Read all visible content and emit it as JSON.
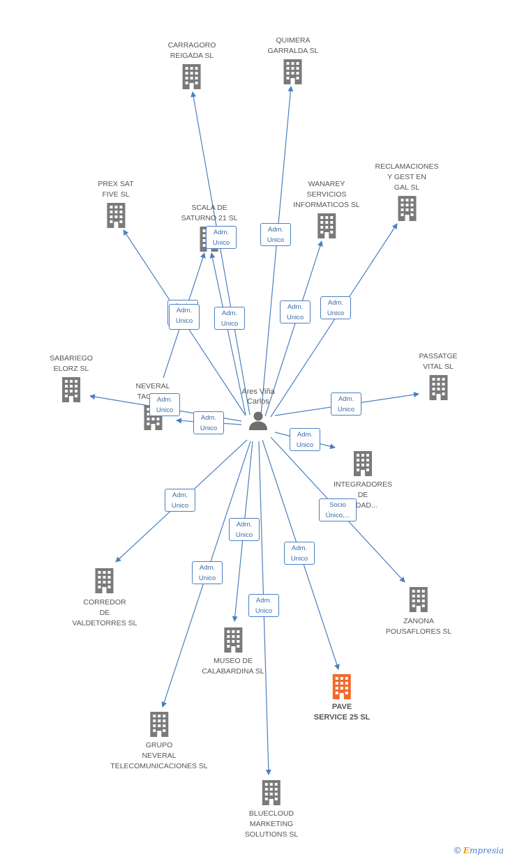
{
  "center": {
    "name": "Ares Viña\nCarlos"
  },
  "colors": {
    "edge": "#4a7fc1",
    "building": "#7a7a7a",
    "highlight": "#f26b2b"
  },
  "companies": [
    {
      "id": "carragoro",
      "name": "CARRAGORO\nREIGADA SL",
      "highlight": false
    },
    {
      "id": "quimera",
      "name": "QUIMERA\nGARRALDA SL",
      "highlight": false
    },
    {
      "id": "prexsat",
      "name": "PREX SAT\nFIVE SL",
      "highlight": false
    },
    {
      "id": "scala",
      "name": "SCALA DE\nSATURNO 21 SL",
      "highlight": false
    },
    {
      "id": "wanarey",
      "name": "WANAREY\nSERVICIOS\nINFORMATICOS SL",
      "highlight": false
    },
    {
      "id": "reclamaciones",
      "name": "RECLAMACIONES\nY GEST EN\nGAL  SL",
      "highlight": false
    },
    {
      "id": "sabariego",
      "name": "SABARIEGO\nELORZ SL",
      "highlight": false
    },
    {
      "id": "neveral",
      "name": "NEVERAL\nTACON...",
      "highlight": false
    },
    {
      "id": "passatge",
      "name": "PASSATGE\nVITAL SL",
      "highlight": false
    },
    {
      "id": "integradores",
      "name": "INTEGRADORES\nDE\nCIDAD...",
      "highlight": false
    },
    {
      "id": "corredor",
      "name": "CORREDOR\nDE\nVALDETORRES SL",
      "highlight": false
    },
    {
      "id": "zanona",
      "name": "ZANONA\nPOUSAFLORES SL",
      "highlight": false
    },
    {
      "id": "museo",
      "name": "MUSEO DE\nCALABARDINA SL",
      "highlight": false
    },
    {
      "id": "pave",
      "name": "PAVE\nSERVICE 25 SL",
      "highlight": true
    },
    {
      "id": "grupo",
      "name": "GRUPO\nNEVERAL\nTELECOMUNICACIONES SL",
      "highlight": false
    },
    {
      "id": "bluecloud",
      "name": "BLUECLOUD\nMARKETING\nSOLUTIONS SL",
      "highlight": false
    }
  ],
  "relations": [
    {
      "id": "r-carragoro",
      "label": "Adm.\nUnico"
    },
    {
      "id": "r-quimera",
      "label": "Adm.\nUnico"
    },
    {
      "id": "r-prexsat",
      "label": "Socio\nÚnico"
    },
    {
      "id": "r-scala-a",
      "label": "Adm.\nUnico"
    },
    {
      "id": "r-scala-b",
      "label": "Adm.\nUnico"
    },
    {
      "id": "r-wanarey",
      "label": "Adm.\nUnico"
    },
    {
      "id": "r-reclamaciones",
      "label": "Adm.\nUnico"
    },
    {
      "id": "r-sabariego",
      "label": "Adm.\nUnico"
    },
    {
      "id": "r-neveral",
      "label": "Adm.\nUnico"
    },
    {
      "id": "r-passatge",
      "label": "Adm.\nUnico"
    },
    {
      "id": "r-integradores",
      "label": "Adm.\nUnico"
    },
    {
      "id": "r-zanona",
      "label": "Socio\nÚnico,..."
    },
    {
      "id": "r-corredor",
      "label": "Adm.\nUnico"
    },
    {
      "id": "r-museo",
      "label": "Adm.\nUnico"
    },
    {
      "id": "r-grupo",
      "label": "Adm.\nUnico"
    },
    {
      "id": "r-bluecloud",
      "label": "Adm.\nUnico"
    },
    {
      "id": "r-pave",
      "label": "Adm.\nUnico"
    }
  ],
  "footer": {
    "copyright": "©",
    "brand_initial": "E",
    "brand_rest": "mpresia"
  }
}
